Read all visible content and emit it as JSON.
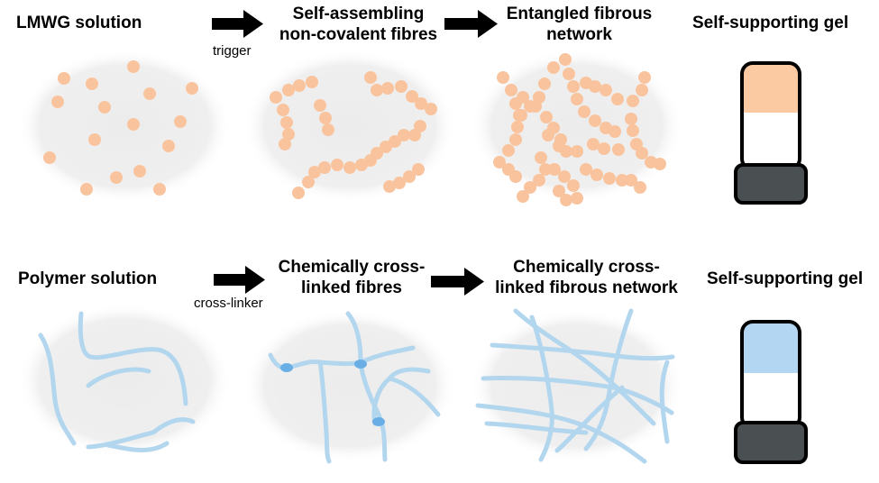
{
  "top_row": {
    "step1_label": "LMWG solution",
    "trigger_label": "trigger",
    "step2_line1": "Self-assembling",
    "step2_line2": "non-covalent fibres",
    "step3_line1": "Entangled fibrous",
    "step3_line2": "network",
    "result_label": "Self-supporting gel"
  },
  "bottom_row": {
    "step1_label": "Polymer solution",
    "trigger_label": "cross-linker",
    "step2_line1": "Chemically cross-",
    "step2_line2": "linked fibres",
    "step3_line1": "Chemically cross-",
    "step3_line2": "linked fibrous network",
    "result_label": "Self-supporting gel"
  },
  "colors": {
    "particle": "#f9c49d",
    "fibre": "#b3d6ef",
    "crosslink": "#6aaee6",
    "ellipse_fill": "#efefef",
    "gel_top": "#fbc9a2",
    "gel_bottom": "#b3d6f3",
    "vial_cap": "#4a4f51",
    "arrow": "#000000"
  }
}
